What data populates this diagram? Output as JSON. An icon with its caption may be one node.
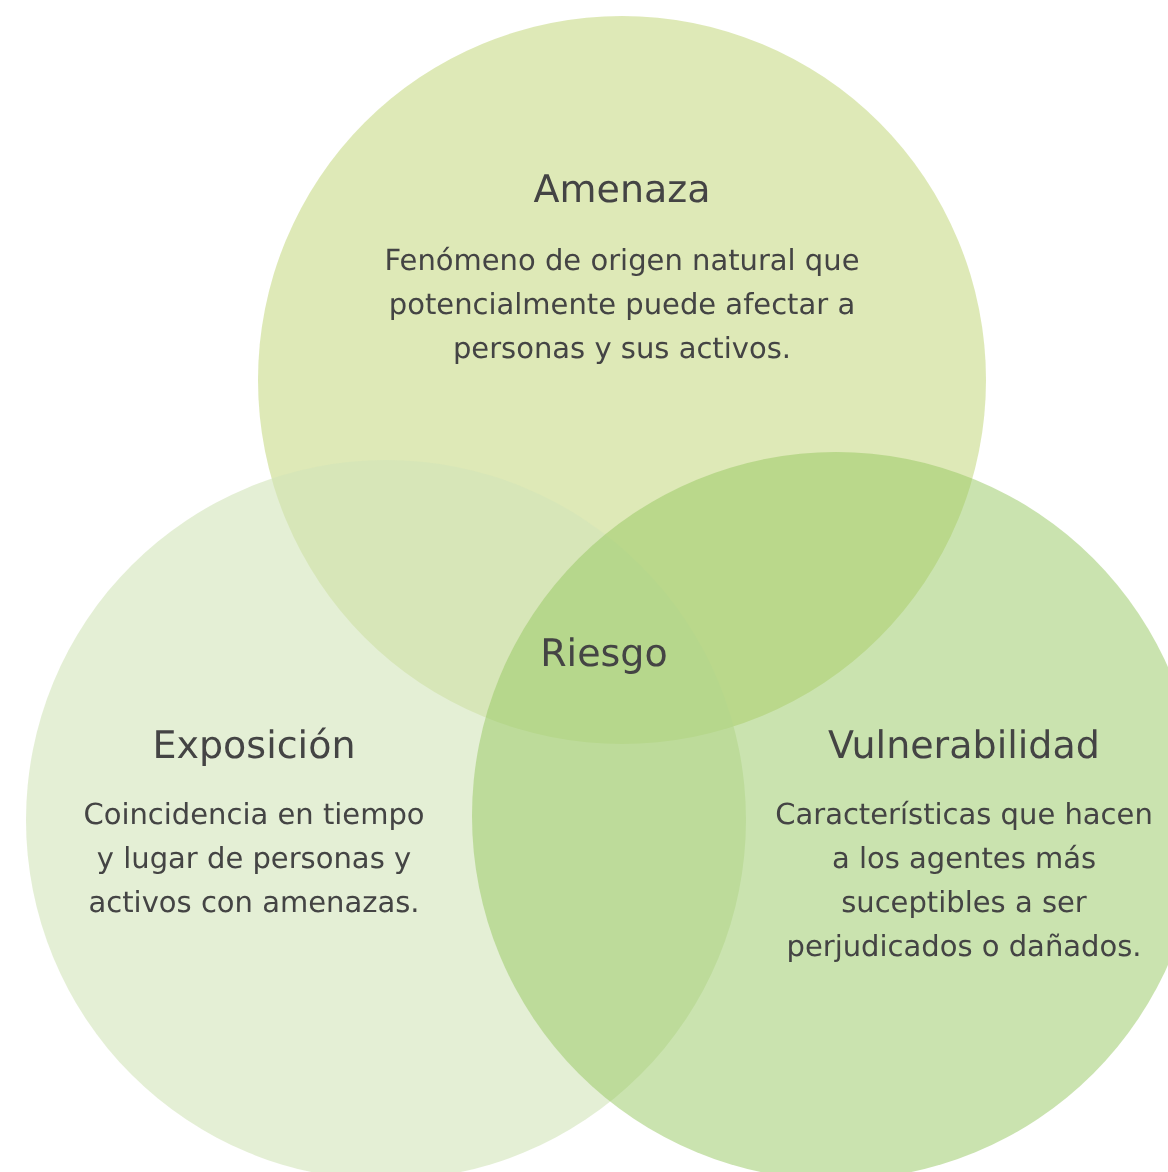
{
  "diagram": {
    "nodes": [
      {
        "text": [
          "Amenaza",
          "Fenómeno de origen natural que potencialmente puede afectar a personas y sus activos."
        ]
      },
      {
        "text": [
          "Exposición",
          "Coincidencia en tiempo y lugar de personas y activos con amenazas."
        ]
      },
      {
        "text": [
          "Vulnerabilidad",
          "Características que hacen a los agentes más suceptibles a ser perjudicados o dañados."
        ]
      }
    ],
    "labels": [
      "Riesgo"
    ]
  }
}
